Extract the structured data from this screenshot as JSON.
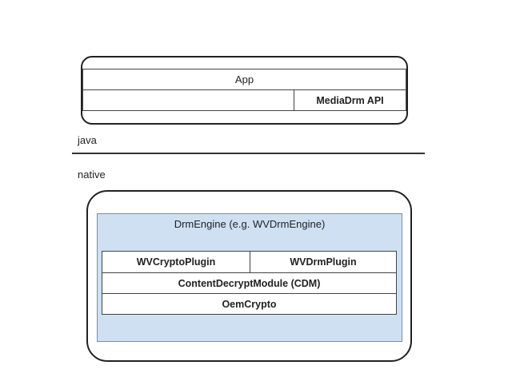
{
  "java_layer": {
    "label": "java",
    "app_label": "App",
    "api_label": "MediaDrm API"
  },
  "native_layer": {
    "label": "native",
    "engine_label": "DrmEngine (e.g. WVDrmEngine)",
    "plugins": {
      "crypto_plugin": "WVCryptoPlugin",
      "drm_plugin": "WVDrmPlugin"
    },
    "cdm_label": "ContentDecryptModule (CDM)",
    "oemcrypto_label": "OemCrypto"
  },
  "colors": {
    "engine_fill": "#cfe0f3",
    "line": "#222222"
  }
}
